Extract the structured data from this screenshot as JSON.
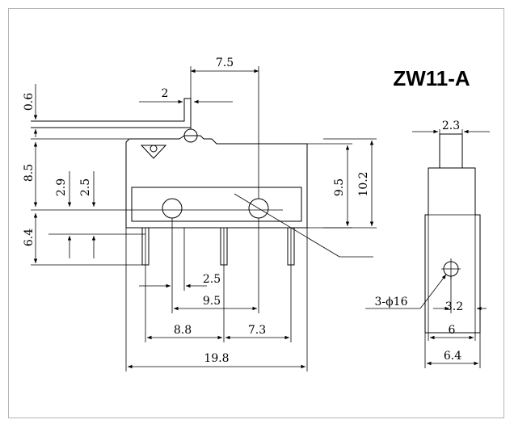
{
  "model": "ZW11-A",
  "front_view": {
    "dim_top_width": "7.5",
    "dim_lever_width": "2",
    "dim_lever_thickness": "0.6",
    "dim_height_left": "8.5",
    "dim_hole_offset_a": "2.9",
    "dim_hole_offset_b": "2.5",
    "dim_terminal_length": "6.4",
    "dim_body_height_inner": "9.5",
    "dim_body_height_total": "10.2",
    "dim_terminal_pitch_small": "2.5",
    "dim_hole_pitch": "9.5",
    "dim_terminal_left": "8.8",
    "dim_terminal_right": "7.3",
    "dim_total_width": "19.8"
  },
  "side_view": {
    "dim_actuator_width": "2.3",
    "dim_holes": "3-ϕ16",
    "dim_hole_center": "3.2",
    "dim_body_width": "6",
    "dim_total_width": "6.4"
  }
}
